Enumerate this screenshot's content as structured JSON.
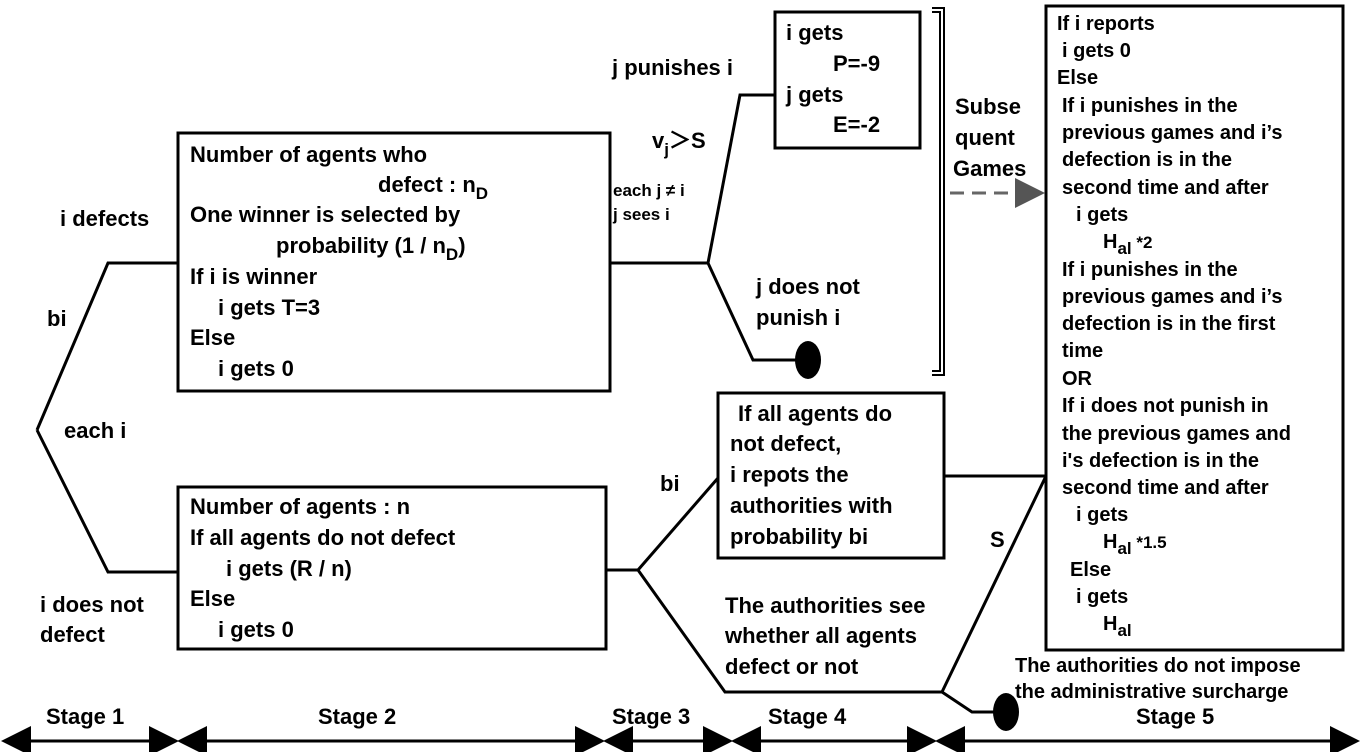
{
  "labels": {
    "i_defects": "i defects",
    "bi_top": "bi",
    "each_i": "each i",
    "i_does_not": "i does not",
    "defect": "defect",
    "j_punishes_i": "j punishes i",
    "vj": "v",
    "vj_sub": "j",
    "vj_rest": "＞S",
    "each_j": "each j ≠ i",
    "j_sees_i": "j sees i",
    "j_does_not": "j does not",
    "punish_i": "punish i",
    "subsequent_1": "Subse",
    "subsequent_2": "quent",
    "subsequent_3": "Games",
    "bi_mid": "bi",
    "s_label": "S",
    "auth_see_1": "The authorities see",
    "auth_see_2": "whether all agents",
    "auth_see_3": "defect or not",
    "no_surcharge_1": "The authorities do not impose",
    "no_surcharge_2": "the administrative surcharge"
  },
  "box_defect": {
    "l1": "Number of agents who",
    "l2": "defect : n",
    "l2_sub": "D",
    "l3": "One winner is selected by",
    "l4": "probability (1 / n",
    "l4_sub": "D",
    "l4_end": ")",
    "l5": "If i is winner",
    "l6": "i gets T=3",
    "l7": "Else",
    "l8": "i gets 0"
  },
  "box_cooperate": {
    "l1": "Number of agents : n",
    "l2": "If all agents do not defect",
    "l3": "i gets (R / n)",
    "l4": "Else",
    "l5": "i gets 0"
  },
  "box_punish": {
    "l1": "i gets",
    "l2": "P=-9",
    "l3": "j gets",
    "l4": "E=-2"
  },
  "box_report": {
    "l1": "If all agents do",
    "l2": "not defect,",
    "l3": "i repots the",
    "l4": "authorities with",
    "l5": "probability bi"
  },
  "box_stage5": {
    "l1": "If i reports",
    "l2": "i gets 0",
    "l3": "Else",
    "l4": "If i punishes in the",
    "l5": "previous games and i’s",
    "l6": "defection is in the",
    "l7": "second time and after",
    "l8": "i gets",
    "l9": "H",
    "l9_sub": "al",
    "l9_end": " *2",
    "l10": "If i punishes in the",
    "l11": "previous games and i’s",
    "l12": "defection is in the first",
    "l13": "time",
    "l14": "OR",
    "l15": "If i does not punish in",
    "l16": "the previous games and",
    "l17": "i's defection is in the",
    "l18": "second time and after",
    "l19": "i gets",
    "l20": "H",
    "l20_sub": "al",
    "l20_end": " *1.5",
    "l21": "Else",
    "l22": "i gets",
    "l23": "H",
    "l23_sub": "al"
  },
  "stages": [
    "Stage 1",
    "Stage 2",
    "Stage 3",
    "Stage 4",
    "Stage 5"
  ]
}
